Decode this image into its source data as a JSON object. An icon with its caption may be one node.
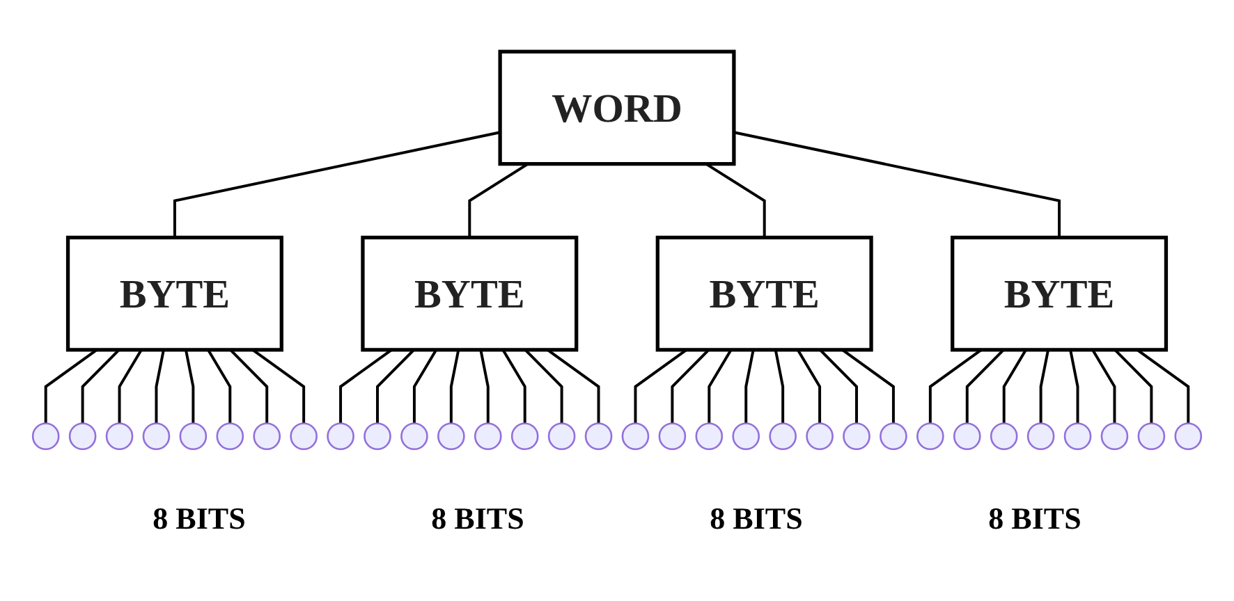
{
  "diagram": {
    "nodes": [
      {
        "text": [
          "WORD"
        ]
      },
      {
        "text": [
          "BYTE"
        ]
      },
      {
        "text": [
          "BYTE"
        ]
      },
      {
        "text": [
          "BYTE"
        ]
      },
      {
        "text": [
          "BYTE"
        ]
      },
      {
        "text": [],
        "shape": "circle"
      },
      {
        "text": [],
        "shape": "circle"
      },
      {
        "text": [],
        "shape": "circle"
      },
      {
        "text": [],
        "shape": "circle"
      },
      {
        "text": [],
        "shape": "circle"
      },
      {
        "text": [],
        "shape": "circle"
      },
      {
        "text": [],
        "shape": "circle"
      },
      {
        "text": [],
        "shape": "circle"
      },
      {
        "text": [],
        "shape": "circle"
      },
      {
        "text": [],
        "shape": "circle"
      },
      {
        "text": [],
        "shape": "circle"
      },
      {
        "text": [],
        "shape": "circle"
      },
      {
        "text": [],
        "shape": "circle"
      },
      {
        "text": [],
        "shape": "circle"
      },
      {
        "text": [],
        "shape": "circle"
      },
      {
        "text": [],
        "shape": "circle"
      },
      {
        "text": [],
        "shape": "circle"
      },
      {
        "text": [],
        "shape": "circle"
      },
      {
        "text": [],
        "shape": "circle"
      },
      {
        "text": [],
        "shape": "circle"
      },
      {
        "text": [],
        "shape": "circle"
      },
      {
        "text": [],
        "shape": "circle"
      },
      {
        "text": [],
        "shape": "circle"
      },
      {
        "text": [],
        "shape": "circle"
      },
      {
        "text": [],
        "shape": "circle"
      },
      {
        "text": [],
        "shape": "circle"
      },
      {
        "text": [],
        "shape": "circle"
      },
      {
        "text": [],
        "shape": "circle"
      },
      {
        "text": [],
        "shape": "circle"
      },
      {
        "text": [],
        "shape": "circle"
      },
      {
        "text": [],
        "shape": "circle"
      },
      {
        "text": [],
        "shape": "circle"
      }
    ],
    "edges": [
      {
        "from": 0,
        "to": 1,
        "arrow": "none"
      },
      {
        "from": 0,
        "to": 2,
        "arrow": "none"
      },
      {
        "from": 0,
        "to": 3,
        "arrow": "none"
      },
      {
        "from": 0,
        "to": 4,
        "arrow": "none"
      },
      {
        "from": 1,
        "to": 5,
        "arrow": "none"
      },
      {
        "from": 1,
        "to": 6,
        "arrow": "none"
      },
      {
        "from": 1,
        "to": 7,
        "arrow": "none"
      },
      {
        "from": 1,
        "to": 8,
        "arrow": "none"
      },
      {
        "from": 1,
        "to": 9,
        "arrow": "none"
      },
      {
        "from": 1,
        "to": 10,
        "arrow": "none"
      },
      {
        "from": 1,
        "to": 11,
        "arrow": "none"
      },
      {
        "from": 1,
        "to": 12,
        "arrow": "none"
      },
      {
        "from": 2,
        "to": 13,
        "arrow": "none"
      },
      {
        "from": 2,
        "to": 14,
        "arrow": "none"
      },
      {
        "from": 2,
        "to": 15,
        "arrow": "none"
      },
      {
        "from": 2,
        "to": 16,
        "arrow": "none"
      },
      {
        "from": 2,
        "to": 17,
        "arrow": "none"
      },
      {
        "from": 2,
        "to": 18,
        "arrow": "none"
      },
      {
        "from": 2,
        "to": 19,
        "arrow": "none"
      },
      {
        "from": 2,
        "to": 20,
        "arrow": "none"
      },
      {
        "from": 3,
        "to": 21,
        "arrow": "none"
      },
      {
        "from": 3,
        "to": 22,
        "arrow": "none"
      },
      {
        "from": 3,
        "to": 23,
        "arrow": "none"
      },
      {
        "from": 3,
        "to": 24,
        "arrow": "none"
      },
      {
        "from": 3,
        "to": 25,
        "arrow": "none"
      },
      {
        "from": 3,
        "to": 26,
        "arrow": "none"
      },
      {
        "from": 3,
        "to": 27,
        "arrow": "none"
      },
      {
        "from": 3,
        "to": 28,
        "arrow": "none"
      },
      {
        "from": 4,
        "to": 29,
        "arrow": "none"
      },
      {
        "from": 4,
        "to": 30,
        "arrow": "none"
      },
      {
        "from": 4,
        "to": 31,
        "arrow": "none"
      },
      {
        "from": 4,
        "to": 32,
        "arrow": "none"
      },
      {
        "from": 4,
        "to": 33,
        "arrow": "none"
      },
      {
        "from": 4,
        "to": 34,
        "arrow": "none"
      },
      {
        "from": 4,
        "to": 35,
        "arrow": "none"
      },
      {
        "from": 4,
        "to": 36,
        "arrow": "none"
      }
    ],
    "labels": [
      "8 BITS",
      "8 BITS",
      "8 BITS",
      "8 BITS"
    ]
  }
}
